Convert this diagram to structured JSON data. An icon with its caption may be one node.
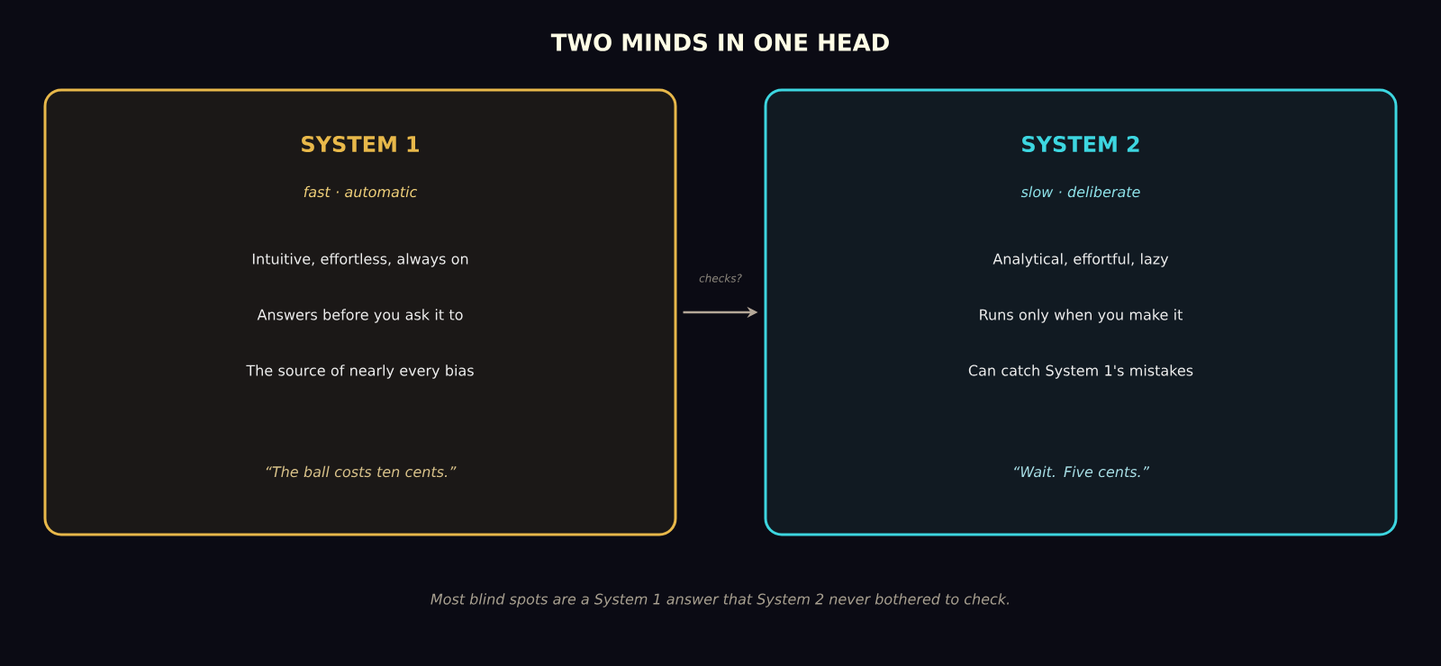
{
  "diagram": {
    "title": "TWO MINDS IN ONE HEAD",
    "nodes": [
      {
        "text": [
          "SYSTEM 1",
          "fast · automatic",
          "Intuitive, effortless, always on",
          "Answers before you ask it to",
          "The source of nearly every bias",
          "“The ball costs ten cents.”"
        ]
      },
      {
        "text": [
          "SYSTEM 2",
          "slow · deliberate",
          "Analytical, effortful, lazy",
          "Runs only when you make it",
          "Can catch System 1's mistakes",
          "“Wait. Five cents.”"
        ]
      }
    ],
    "edges": [
      {
        "from": 0,
        "to": 1,
        "arrow": "to",
        "label": "checks?"
      }
    ],
    "caption": "Most blind spots are a System 1 answer that System 2 never bothered to check."
  }
}
